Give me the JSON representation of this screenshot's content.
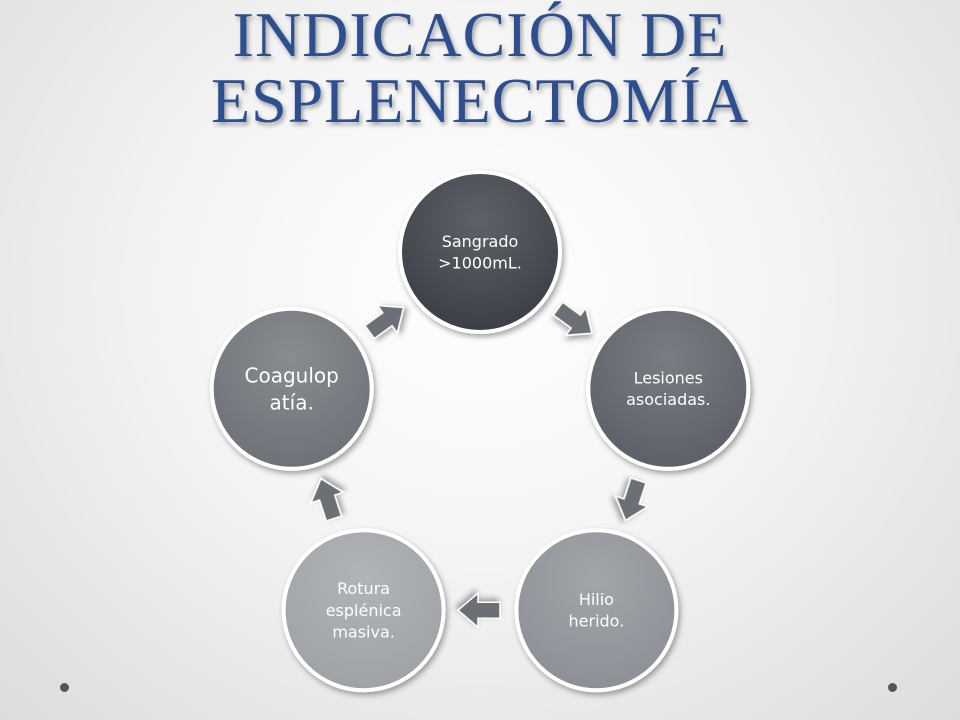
{
  "slide": {
    "title_line1": "INDICACIÓN DE",
    "title_line2": "ESPLENECTOMÍA"
  },
  "cycle": {
    "nodes": [
      {
        "id": "sangrado",
        "lines": [
          "Sangrado",
          ">1000mL."
        ],
        "fill": "#3a4047"
      },
      {
        "id": "lesiones",
        "lines": [
          "Lesiones",
          "asociadas."
        ],
        "fill": "#5c6168"
      },
      {
        "id": "hilio",
        "lines": [
          "Hilio",
          "herido."
        ],
        "fill": "#8d9197"
      },
      {
        "id": "rotura",
        "lines": [
          "Rotura",
          "esplénica",
          "masiva."
        ],
        "fill": "#9fa3a8"
      },
      {
        "id": "coagulopatia",
        "lines": [
          "Coagulop",
          "atía."
        ],
        "fill": "#6e7379"
      }
    ],
    "arrow_color": "#6b7075"
  }
}
